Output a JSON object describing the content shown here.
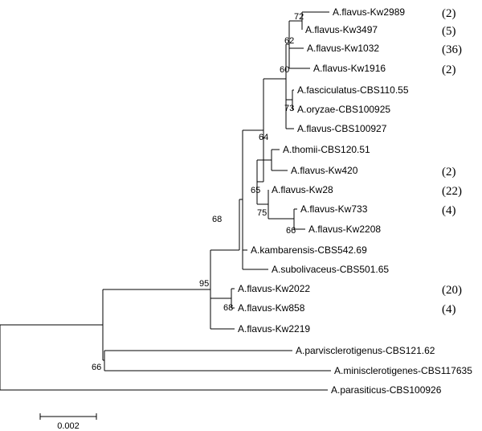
{
  "tree": {
    "taxa": [
      {
        "id": "t1",
        "label": "A.flavus-Kw2989",
        "count": "(2)"
      },
      {
        "id": "t2",
        "label": "A.flavus-Kw3497",
        "count": "(5)"
      },
      {
        "id": "t3",
        "label": "A.flavus-Kw1032",
        "count": "(36)"
      },
      {
        "id": "t4",
        "label": "A.flavus-Kw1916",
        "count": "(2)"
      },
      {
        "id": "t5",
        "label": "A.fasciculatus-CBS110.55",
        "count": ""
      },
      {
        "id": "t6",
        "label": "A.oryzae-CBS100925",
        "count": ""
      },
      {
        "id": "t7",
        "label": "A.flavus-CBS100927",
        "count": ""
      },
      {
        "id": "t8",
        "label": "A.thomii-CBS120.51",
        "count": ""
      },
      {
        "id": "t9",
        "label": "A.flavus-Kw420",
        "count": "(2)"
      },
      {
        "id": "t10",
        "label": "A.flavus-Kw28",
        "count": "(22)"
      },
      {
        "id": "t11",
        "label": "A.flavus-Kw733",
        "count": "(4)"
      },
      {
        "id": "t12",
        "label": "A.flavus-Kw2208",
        "count": ""
      },
      {
        "id": "t13",
        "label": "A.kambarensis-CBS542.69",
        "count": ""
      },
      {
        "id": "t14",
        "label": "A.subolivaceus-CBS501.65",
        "count": ""
      },
      {
        "id": "t15",
        "label": "A.flavus-Kw2022",
        "count": "(20)"
      },
      {
        "id": "t16",
        "label": "A.flavus-Kw858",
        "count": "(4)"
      },
      {
        "id": "t17",
        "label": "A.flavus-Kw2219",
        "count": ""
      },
      {
        "id": "t18",
        "label": "A.parvisclerotigenus-CBS121.62",
        "count": ""
      },
      {
        "id": "t19",
        "label": "A.minisclerotigenes-CBS117635",
        "count": ""
      },
      {
        "id": "t20",
        "label": "A.parasiticus-CBS100926",
        "count": ""
      }
    ],
    "bootstrap_values": [
      "72",
      "62",
      "60",
      "73",
      "64",
      "65",
      "75",
      "66",
      "68",
      "95",
      "68",
      "66"
    ]
  },
  "scale_bar": {
    "label": "0.002"
  }
}
